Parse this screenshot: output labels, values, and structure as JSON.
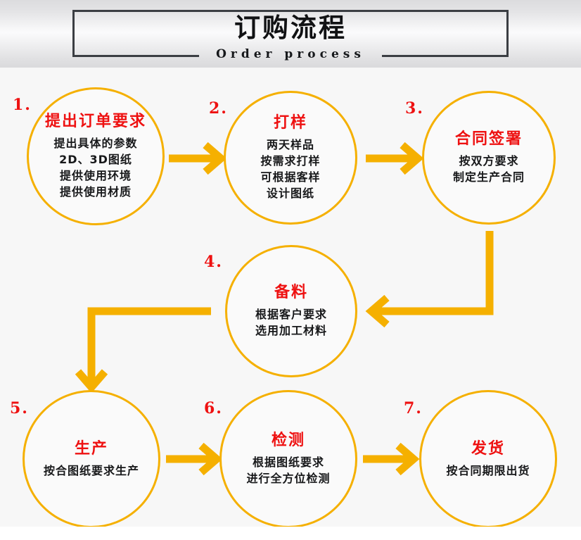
{
  "header": {
    "cn_title": "订购流程",
    "en_title": "Order process"
  },
  "colors": {
    "accent_gold": "#f5b000",
    "title_red": "#ee1111",
    "body_black": "#17181a",
    "frame_gray": "#3b3e43",
    "canvas_bg": "#f7f7f7"
  },
  "steps": [
    {
      "number": "1.",
      "title": "提出订单要求",
      "lines": [
        "提出具体的参数",
        "2D、3D图纸",
        "提供使用环境",
        "提供使用材质"
      ]
    },
    {
      "number": "2.",
      "title": "打样",
      "lines": [
        "两天样品",
        "按需求打样",
        "可根据客样",
        "设计图纸"
      ]
    },
    {
      "number": "3.",
      "title": "合同签署",
      "lines": [
        "按双方要求",
        "制定生产合同"
      ]
    },
    {
      "number": "4.",
      "title": "备料",
      "lines": [
        "根据客户要求",
        "选用加工材料"
      ]
    },
    {
      "number": "5.",
      "title": "生产",
      "lines": [
        "按合图纸要求生产"
      ]
    },
    {
      "number": "6.",
      "title": "检测",
      "lines": [
        "根据图纸要求",
        "进行全方位检测"
      ]
    },
    {
      "number": "7.",
      "title": "发货",
      "lines": [
        "按合同期限出货"
      ]
    }
  ],
  "connectors": [
    {
      "name": "arrow-step1-to-step2",
      "direction": "right"
    },
    {
      "name": "arrow-step2-to-step3",
      "direction": "right"
    },
    {
      "name": "arrow-step3-to-step4",
      "direction": "down-then-left"
    },
    {
      "name": "arrow-step4-to-step5",
      "direction": "left-then-down"
    },
    {
      "name": "arrow-step5-to-step6",
      "direction": "right"
    },
    {
      "name": "arrow-step6-to-step7",
      "direction": "right"
    }
  ]
}
